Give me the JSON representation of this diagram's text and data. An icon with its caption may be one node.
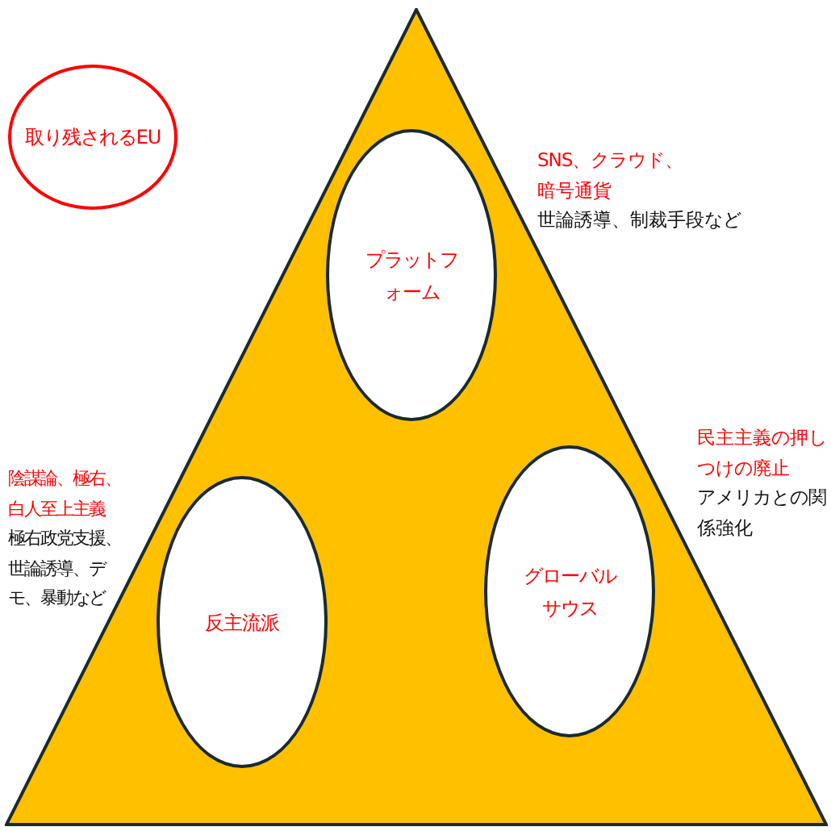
{
  "diagram": {
    "nodes": [
      {
        "text": [],
        "shape": "triangle"
      },
      {
        "text": [
          "取り残されるEU"
        ]
      },
      {
        "text": [
          "プラットフォーム"
        ],
        "in": 0,
        "beside": [
          "SNS、クラウド、暗号通貨",
          "世論誘導、制裁手段など"
        ]
      },
      {
        "text": [
          "反主流派"
        ],
        "in": 0,
        "beside": [
          "陰謀論、極右、白人至上主義",
          "極右政党支援、世論誘導、デモ、暴動など"
        ]
      },
      {
        "text": [
          "グローバルサウス"
        ],
        "in": 0,
        "beside": [
          "民主主義の押しつけの廃止",
          "アメリカとの関係強化"
        ]
      }
    ]
  }
}
